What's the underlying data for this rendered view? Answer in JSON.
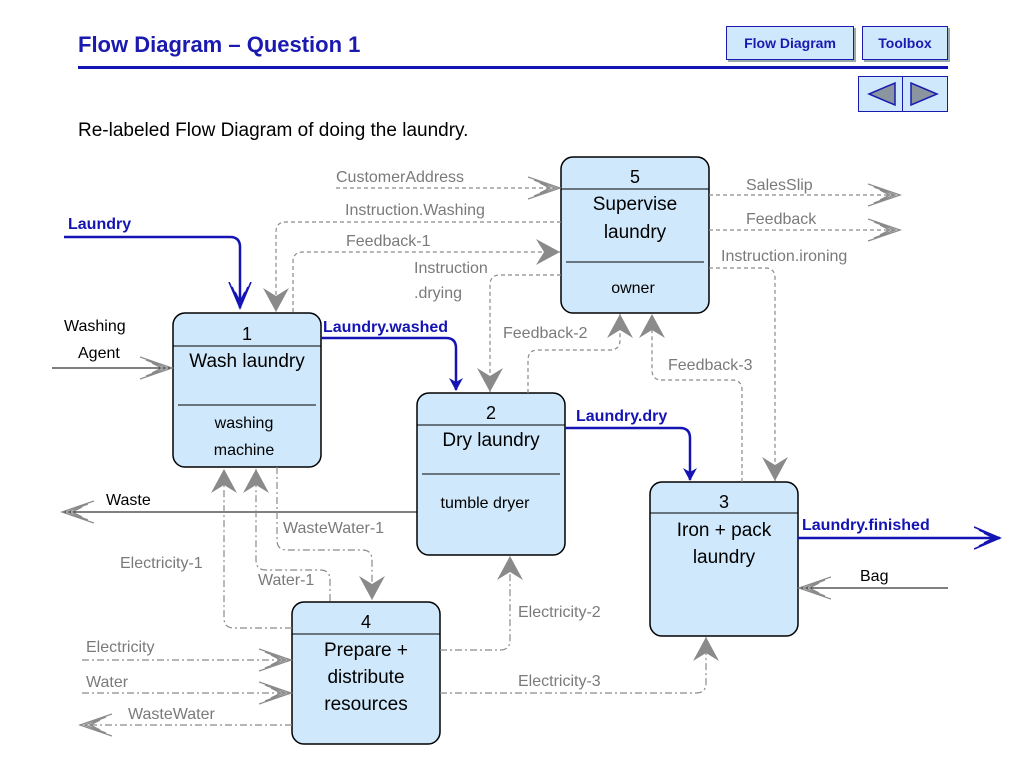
{
  "header": {
    "title": "Flow Diagram – Question 1",
    "nav": {
      "flow_diagram": "Flow Diagram",
      "toolbox": "Toolbox"
    }
  },
  "subtitle": "Re-labeled Flow Diagram of doing the laundry.",
  "diagram": {
    "processes": [
      {
        "id": "1",
        "name": [
          "Wash laundry"
        ],
        "actor": [
          "washing",
          "machine"
        ]
      },
      {
        "id": "2",
        "name": [
          "Dry laundry"
        ],
        "actor": [
          "tumble dryer"
        ]
      },
      {
        "id": "3",
        "name": [
          "Iron + pack",
          "laundry"
        ],
        "actor": []
      },
      {
        "id": "4",
        "name": [
          "Prepare +",
          "distribute",
          "resources"
        ],
        "actor": []
      },
      {
        "id": "5",
        "name": [
          "Supervise",
          "laundry"
        ],
        "actor": [
          "owner"
        ]
      }
    ],
    "main_flows": {
      "laundry": "Laundry",
      "laundry_washed": "Laundry.washed",
      "laundry_dry": "Laundry.dry",
      "laundry_finished": "Laundry.finished"
    },
    "material_flows": {
      "washing_agent": [
        "Washing",
        "Agent"
      ],
      "waste": "Waste",
      "bag": "Bag"
    },
    "control_flows": {
      "customer_address": "CustomerAddress",
      "instruction_washing": "Instruction.Washing",
      "feedback_1": "Feedback-1",
      "instruction_drying": [
        "Instruction",
        ".drying"
      ],
      "sales_slip": "SalesSlip",
      "feedback": "Feedback",
      "instruction_ironing": "Instruction.ironing",
      "feedback_2": "Feedback-2",
      "feedback_3": "Feedback-3"
    },
    "resource_flows": {
      "wastewater_1": "WasteWater-1",
      "electricity_1": "Electricity-1",
      "water_1": "Water-1",
      "electricity_2": "Electricity-2",
      "electricity_3": "Electricity-3",
      "electricity": "Electricity",
      "water": "Water",
      "wastewater": "WasteWater"
    }
  },
  "colors": {
    "main_flow": "#1414b4",
    "box_fill": "#cfe8fb",
    "control_flow": "#7a7a7a",
    "material_flow": "#000000"
  }
}
